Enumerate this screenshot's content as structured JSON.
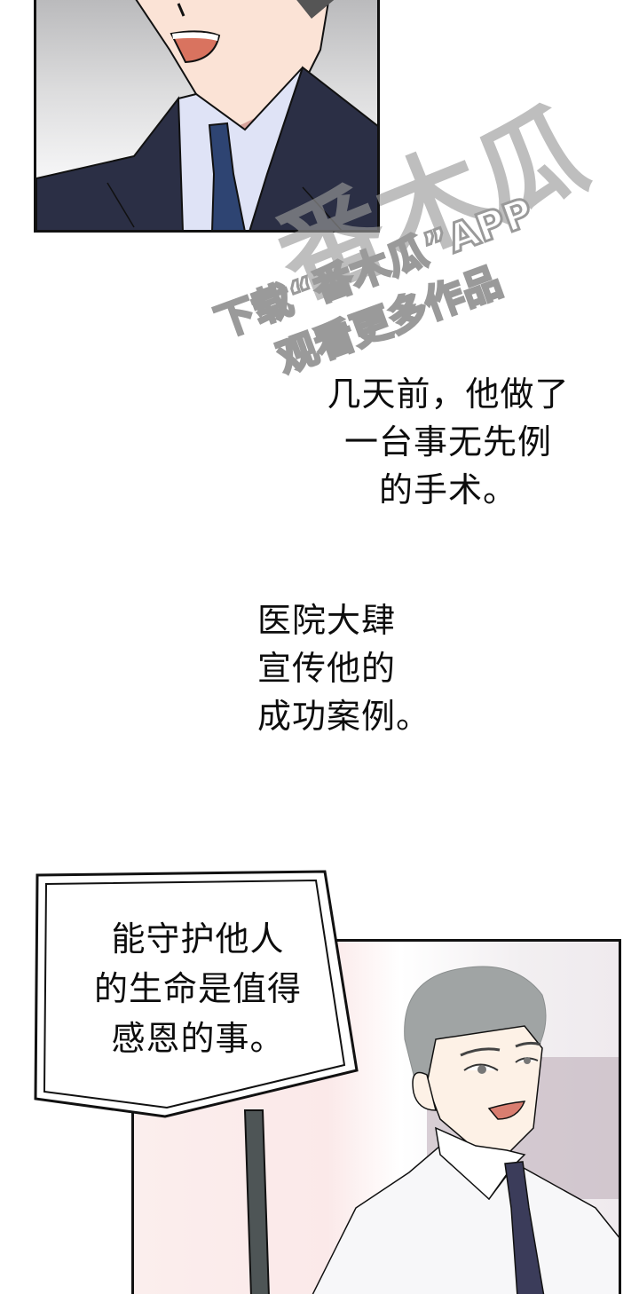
{
  "watermark": {
    "logo_text": "番木瓜",
    "line1": "下载“番木瓜”APP",
    "line2": "观看更多作品",
    "color": "#9a9a9a"
  },
  "panels": [
    {
      "id": "top",
      "description": "man in dark suit with blue tie, smiling"
    },
    {
      "id": "bottom",
      "description": "doctor in white coat with dark tie, smiling"
    }
  ],
  "narration": {
    "block1": [
      "几天前，他做了",
      "一台事无先例",
      "的手术。"
    ],
    "block2": [
      "医院大肆",
      "宣传他的",
      "成功案例。"
    ]
  },
  "caption": {
    "lines": [
      "能守护他人",
      "的生命是值得",
      "感恩的事。"
    ]
  },
  "colors": {
    "ink": "#111111",
    "suit": "#2b2f45",
    "tie": "#2e4472",
    "shirt": "#dfe3f6",
    "skin": "#fbe3d6",
    "coat": "#f7f7f9",
    "hair": "#9fa3a3"
  }
}
